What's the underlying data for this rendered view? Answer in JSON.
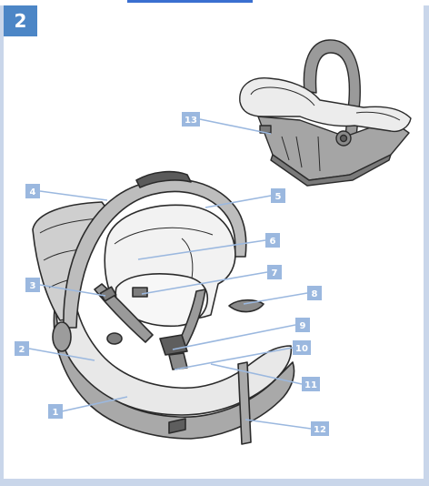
{
  "figure_number": "2",
  "callouts": [
    {
      "label": "1"
    },
    {
      "label": "2"
    },
    {
      "label": "3"
    },
    {
      "label": "4"
    },
    {
      "label": "5"
    },
    {
      "label": "6"
    },
    {
      "label": "7"
    },
    {
      "label": "8"
    },
    {
      "label": "9"
    },
    {
      "label": "10"
    },
    {
      "label": "11"
    },
    {
      "label": "12"
    },
    {
      "label": "13"
    }
  ],
  "colors": {
    "frame": "#c9d6ea",
    "badge": "#4c86c6",
    "callout_box": "#9bb8df",
    "leader_line": "#9bb8df",
    "seat_shell": "#a9a9a9",
    "seat_fabric": "#eeeeee",
    "outline": "#2b2b2b"
  }
}
